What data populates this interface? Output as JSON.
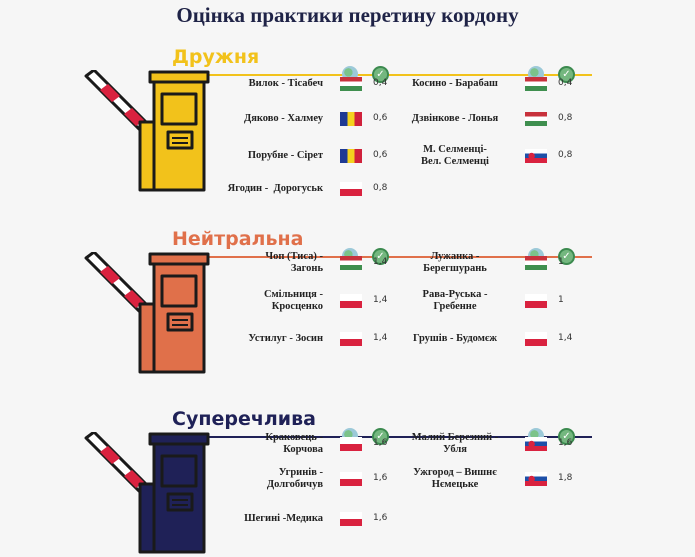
{
  "title": "Оцінка практики перетину кордону",
  "icons": [
    "globe-icon",
    "check-icon"
  ],
  "sections": [
    {
      "name": "Дружня",
      "color": "#f2c21b",
      "left": [
        {
          "name": "Вилок - Тісабеч",
          "flag": "hu",
          "value": "0,4"
        },
        {
          "name": "Дяково - Халмеу",
          "flag": "ro",
          "value": "0,6"
        },
        {
          "name": "Порубне - Сірет",
          "flag": "ro",
          "value": "0,6"
        },
        {
          "name": "Ягодин -  Дорогуськ",
          "flag": "pl",
          "value": "0,8"
        }
      ],
      "right": [
        {
          "name": "Косино - Барабаш",
          "flag": "hu",
          "value": "0,4"
        },
        {
          "name": "Дзвінкове - Лонья",
          "flag": "hu",
          "value": "0,8"
        },
        {
          "name": "М. Селменці-\nВел. Селменці",
          "flag": "sk",
          "value": "0,8"
        }
      ]
    },
    {
      "name": "Нейтральна",
      "color": "#e0704a",
      "left": [
        {
          "name": "Чоп (Тиса) -\nЗагонь",
          "flag": "hu",
          "value": "1,4"
        },
        {
          "name": "Смільниця -\nКросценко",
          "flag": "pl",
          "value": "1,4"
        },
        {
          "name": "Устилуг - Зосин",
          "flag": "pl",
          "value": "1,4"
        }
      ],
      "right": [
        {
          "name": "Лужанка -\nБерегшурань",
          "flag": "hu",
          "value": "1"
        },
        {
          "name": "Рава-Руська -\nГребенне",
          "flag": "pl",
          "value": "1"
        },
        {
          "name": "Грушів - Будомєж",
          "flag": "pl",
          "value": "1,4"
        }
      ]
    },
    {
      "name": "Суперечлива",
      "color": "#1f2157",
      "left": [
        {
          "name": "Краковець -\nКорчова",
          "flag": "pl",
          "value": "1,6"
        },
        {
          "name": "Угринів -\nДолгобичув",
          "flag": "pl",
          "value": "1,6"
        },
        {
          "name": "Шегині -Медика",
          "flag": "pl",
          "value": "1,6"
        }
      ],
      "right": [
        {
          "name": "Малий Березний -\nУбля",
          "flag": "sk",
          "value": "1,6"
        },
        {
          "name": "Ужгород – Вишнє\nНємецьке",
          "flag": "sk",
          "value": "1,8"
        }
      ]
    }
  ]
}
